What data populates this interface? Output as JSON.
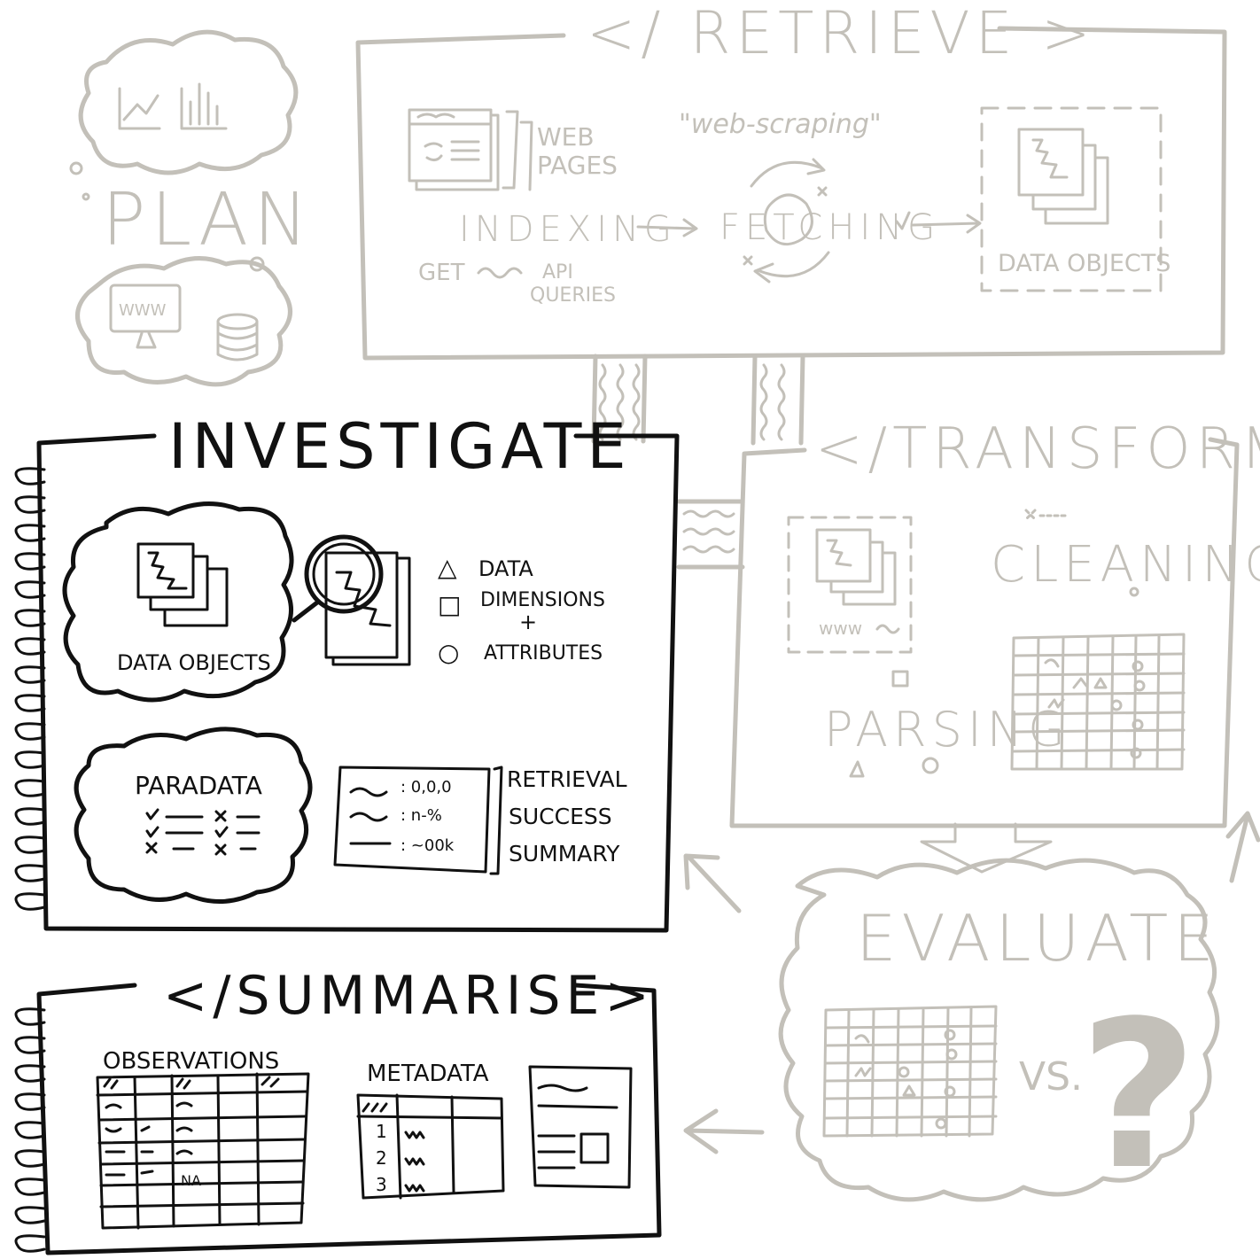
{
  "plan": {
    "title": "PLAN",
    "icons": [
      "chart-icon",
      "bar-chart-icon",
      "www-monitor-icon",
      "database-icon"
    ],
    "monitor_text": "WWW"
  },
  "retrieve": {
    "title": "</ RETRIEVE >",
    "web_pages": [
      "WEB",
      "PAGES"
    ],
    "web_scraping": "\"web-scraping\"",
    "indexing": "INDEXING",
    "fetching": "FETCHING",
    "get": "GET",
    "api_queries": [
      "API",
      "QUERIES"
    ],
    "data_objects": "DATA OBJECTS"
  },
  "transform": {
    "title": "</TRANSFORM>",
    "cleaning": "CLEANING",
    "parsing": "PARSING",
    "www": "www"
  },
  "evaluate": {
    "title": "EVALUATE",
    "vs": "VS.",
    "question": "?"
  },
  "investigate": {
    "title": "INVESTIGATE",
    "data_objects": "DATA OBJECTS",
    "legend": [
      {
        "symbol": "△",
        "label": "DATA"
      },
      {
        "symbol": "□",
        "label": "DIMENSIONS"
      },
      {
        "symbol": "+",
        "label": ""
      },
      {
        "symbol": "○",
        "label": "ATTRIBUTES"
      }
    ],
    "paradata": "PARADATA",
    "summary_values": [
      ": 0,0,0",
      ": n-%",
      ": ~00k"
    ],
    "retrieval_summary": [
      "RETRIEVAL",
      "SUCCESS",
      "SUMMARY"
    ]
  },
  "summarise": {
    "title": "</SUMMARISE>",
    "observations": "OBSERVATIONS",
    "metadata": "METADATA",
    "meta_rows": [
      "1",
      "2",
      "3"
    ],
    "obs_na": "NA"
  },
  "colors": {
    "faded": "#c3c0b9",
    "ink": "#111111",
    "paper": "#ffffff"
  }
}
